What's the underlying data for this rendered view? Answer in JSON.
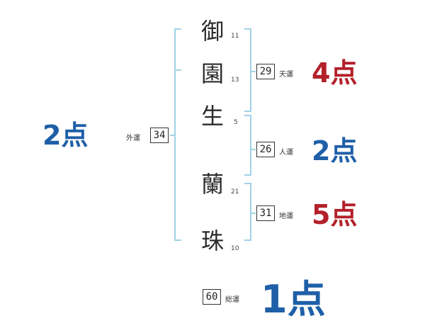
{
  "name": {
    "characters": [
      {
        "char": "御",
        "strokes": "11"
      },
      {
        "char": "園",
        "strokes": "13"
      },
      {
        "char": "生",
        "strokes": "5"
      },
      {
        "char": "蘭",
        "strokes": "21"
      },
      {
        "char": "珠",
        "strokes": "10"
      }
    ]
  },
  "fortunes": {
    "ten": {
      "label": "天運",
      "value": "29",
      "score": "4点",
      "color": "#b3202a"
    },
    "jin": {
      "label": "人運",
      "value": "26",
      "score": "2点",
      "color": "#1f5fa8"
    },
    "chi": {
      "label": "地運",
      "value": "31",
      "score": "5点",
      "color": "#b3202a"
    },
    "gai": {
      "label": "外運",
      "value": "34",
      "score": "2点",
      "color": "#1f5fa8"
    },
    "sou": {
      "label": "総運",
      "value": "60",
      "score": "1点",
      "color": "#1f5fa8"
    }
  },
  "colors": {
    "bracket": "#9fd3e6",
    "text": "#2b2b2b"
  }
}
